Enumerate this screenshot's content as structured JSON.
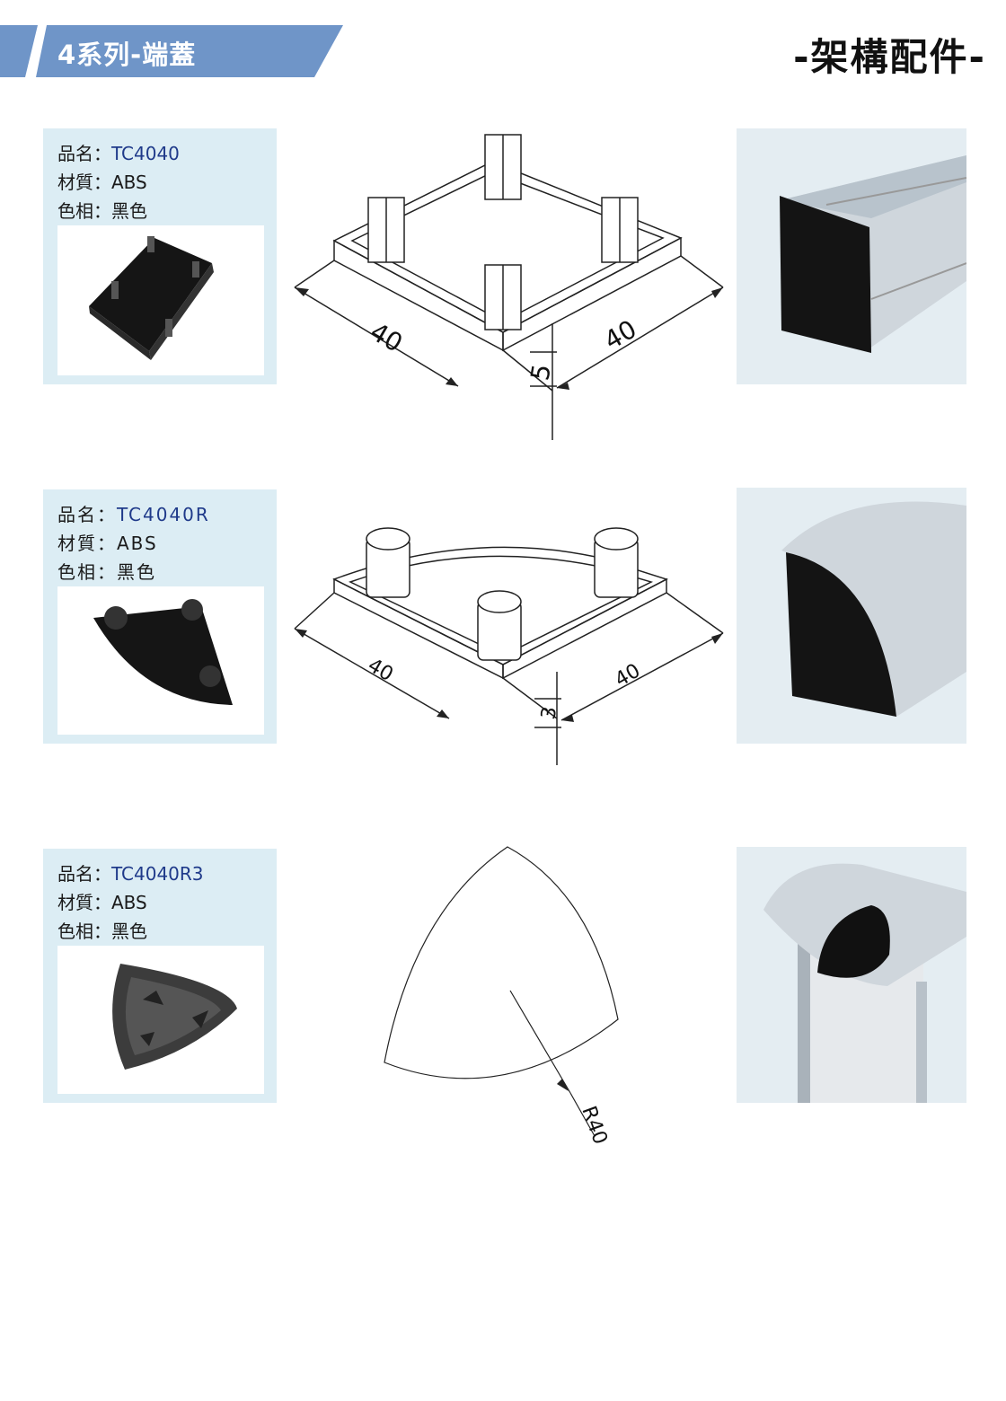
{
  "header": {
    "banner_text": "4系列-端蓋",
    "page_title": "-架構配件-",
    "banner_color": "#6f95c8"
  },
  "labels": {
    "name_key": "品名：",
    "material_key": "材質：",
    "color_key": "色相："
  },
  "products": [
    {
      "name": "TC4040",
      "material": "ABS",
      "color": "黑色",
      "dimensions": {
        "width": "40",
        "depth": "40",
        "height": "5"
      }
    },
    {
      "name": "TC4040R",
      "material": "ABS",
      "color": "黑色",
      "dimensions": {
        "width": "40",
        "depth": "40",
        "height": "3"
      }
    },
    {
      "name": "TC4040R3",
      "material": "ABS",
      "color": "黑色",
      "dimensions": {
        "radius": "R40"
      }
    }
  ]
}
